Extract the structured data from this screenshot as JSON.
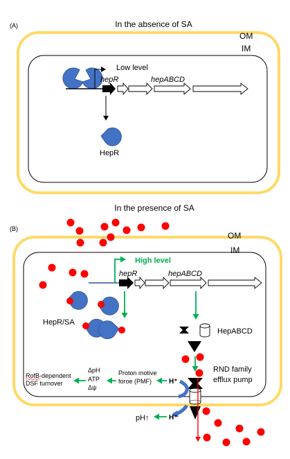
{
  "panelA": {
    "label": "(A)",
    "title": "In the absence of SA",
    "om": "OM",
    "im": "IM",
    "low_level": "Low level",
    "gene_hepR": "hepR",
    "gene_hepABCD": "hepABCD",
    "protein": "HepR"
  },
  "panelB": {
    "label": "(B)",
    "title": "In the presence of SA",
    "om": "OM",
    "im": "IM",
    "high_level": "High level",
    "gene_hepR": "hepR",
    "gene_hepABCD": "hepABCD",
    "complex": "HepR/SA",
    "protein": "HepABCD",
    "pump_line1": "RND family",
    "pump_line2": "efflux pump",
    "h_plus": "H⁺",
    "pmf_line1": "Proton motive",
    "pmf_line2": "foroe (PMF)",
    "dph": "ΔpH",
    "atp": "ATP",
    "dpsi": "Δψ",
    "rofb_line1": "RofB-dependent",
    "rofb_line2": "DSF turnover",
    "ph_up": "pH↑",
    "h_plus_out": "H⁺"
  },
  "colors": {
    "outer_membrane": "#ffd966",
    "inner_membrane": "#000000",
    "protein_blue": "#4472c4",
    "salicylic_acid_red": "#ff0000",
    "activation_green": "#00b050",
    "high_level_text": "#00b050"
  }
}
